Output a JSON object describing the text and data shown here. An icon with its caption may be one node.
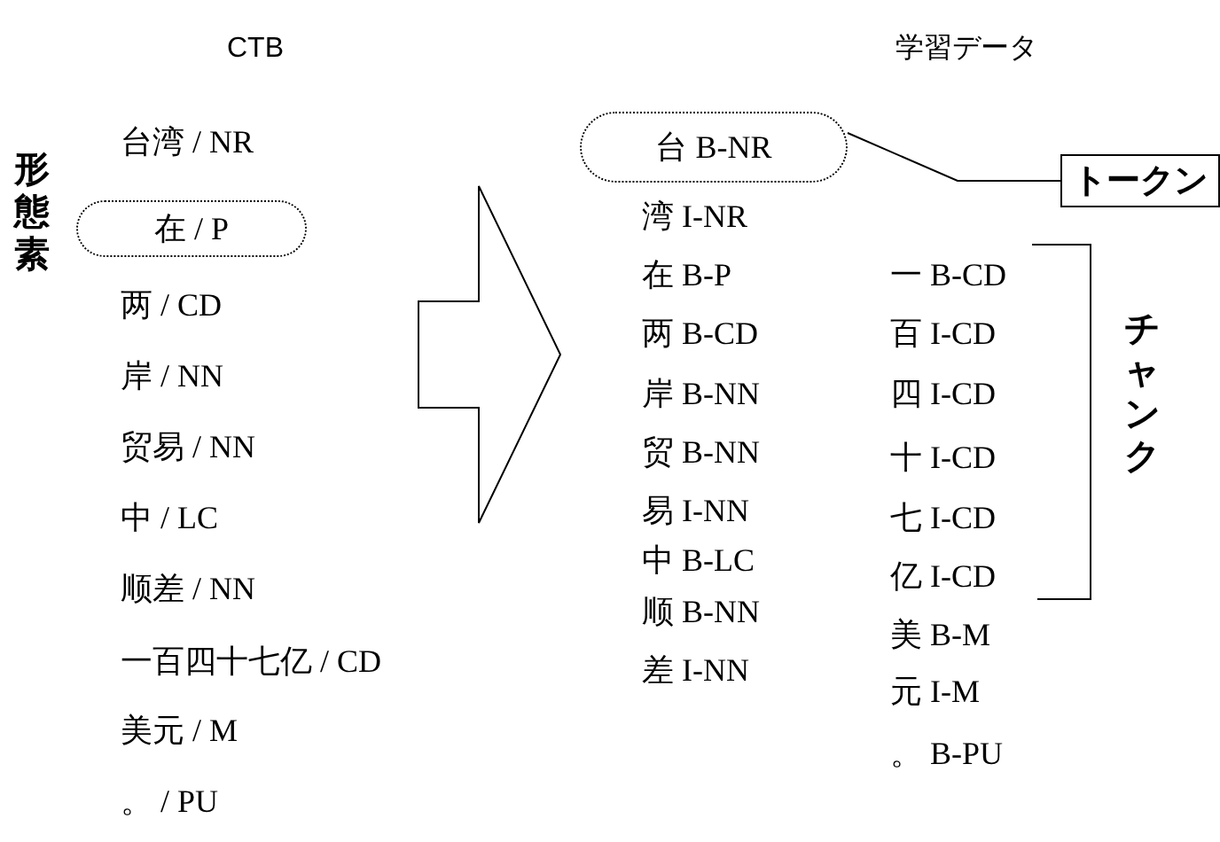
{
  "diagram": {
    "nodes": [
      {
        "text": [
          "在 / P"
        ]
      },
      {
        "text": [
          "台 B-NR"
        ]
      },
      {
        "text": [
          "トークン"
        ]
      }
    ],
    "edges": [
      {
        "from": 1,
        "to": 2,
        "arrow": "none"
      }
    ],
    "labels": [
      "CTB",
      "学習データ",
      "台湾 / NR",
      "形態素",
      "两 / CD",
      "岸 / NN",
      "贸易 / NN",
      "中 / LC",
      "顺差 / NN",
      "一百四十七亿 / CD",
      "美元 / M",
      "。 / PU",
      "湾 I-NR",
      "在 B-P",
      "两 B-CD",
      "岸 B-NN",
      "贸 B-NN",
      "易 I-NN",
      "中 B-LC",
      "顺 B-NN",
      "差 I-NN",
      "一 B-CD",
      "百 I-CD",
      "四 I-CD",
      "十 I-CD",
      "七 I-CD",
      "亿 I-CD",
      "美 B-M",
      "元 I-M",
      "。 B-PU",
      "チャンク"
    ]
  }
}
